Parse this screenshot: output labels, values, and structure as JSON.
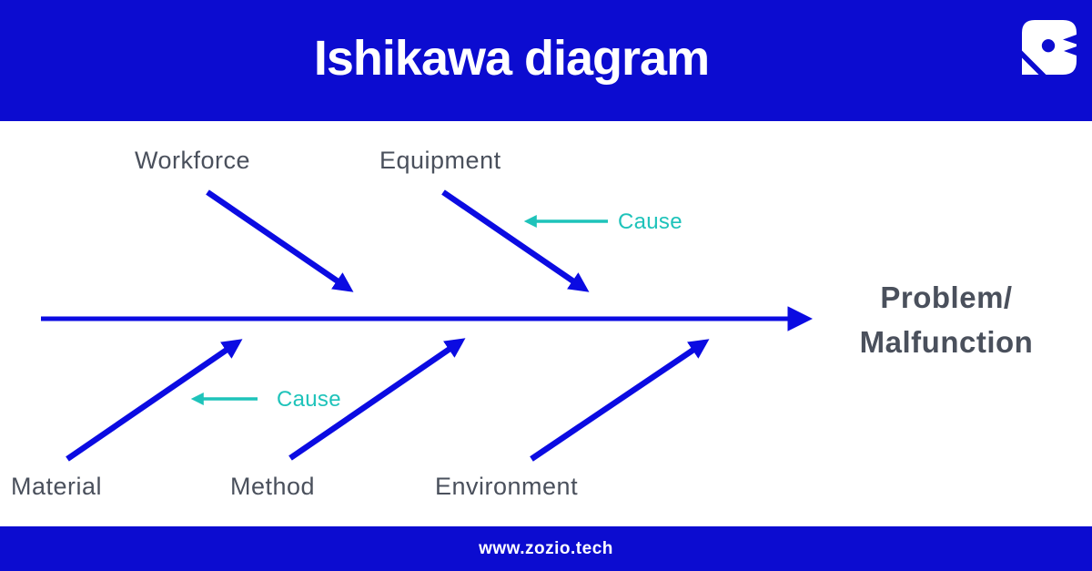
{
  "header": {
    "title": "Ishikawa diagram",
    "logo_icon": "zozio-bird-logo"
  },
  "footer": {
    "website": "www.zozio.tech"
  },
  "diagram": {
    "effect_label_line1": "Problem/",
    "effect_label_line2": "Malfunction",
    "top_categories": [
      {
        "label": "Workforce"
      },
      {
        "label": "Equipment"
      }
    ],
    "bottom_categories": [
      {
        "label": "Material"
      },
      {
        "label": "Method"
      },
      {
        "label": "Environment"
      }
    ],
    "annotations": {
      "cause_top": "Cause",
      "cause_bottom": "Cause"
    },
    "colors": {
      "banner_blue": "#0c0cd0",
      "arrow_blue": "#0b0be2",
      "cause_teal": "#1ec3ba",
      "label_gray": "#4a505c",
      "text_white": "#ffffff",
      "background": "#ffffff"
    }
  }
}
